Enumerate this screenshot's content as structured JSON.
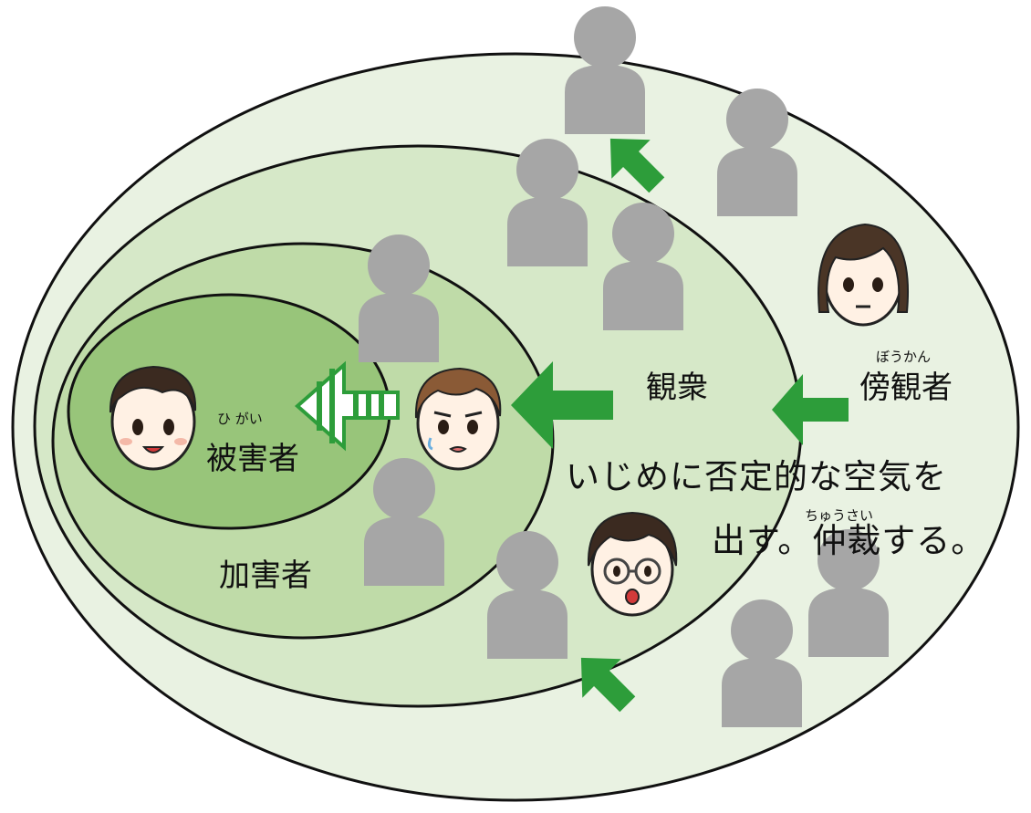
{
  "colors": {
    "outer_fill": "#e9f2e2",
    "mid_fill": "#d6e8c8",
    "inner_fill": "#bfdba8",
    "core_fill": "#98c57a",
    "stroke": "#111111",
    "arrow": "#2d9d3a",
    "person": "#a6a6a6"
  },
  "labels": {
    "victim": "被害者",
    "victim_ruby": "ひ がい",
    "perpetrator": "加害者",
    "audience": "観衆",
    "bystander": "傍観者",
    "bystander_ruby": "ぼうかん",
    "message_line1": "いじめに否定的な空気を",
    "message_line2": "出す。仲裁する。",
    "message_ruby": "ちゅうさい"
  },
  "icons": {
    "person": "person-silhouette-icon",
    "arrow": "arrow-icon",
    "face": "face-icon"
  }
}
